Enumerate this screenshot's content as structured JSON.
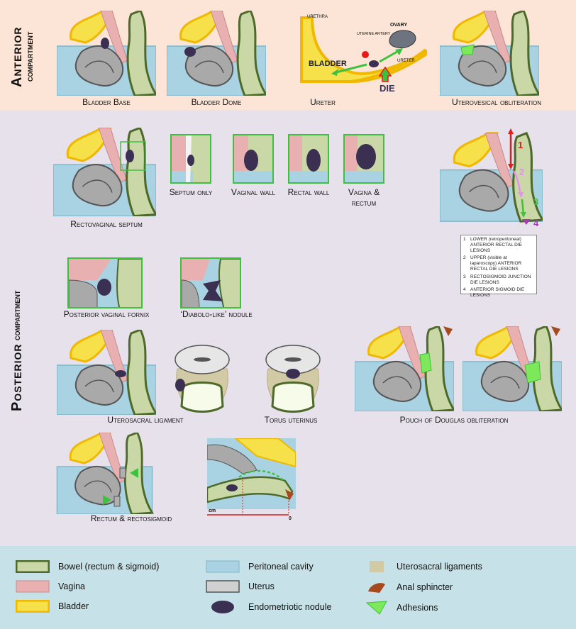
{
  "sections": {
    "anterior": {
      "title_big": "Anterior",
      "title_small": "compartment"
    },
    "posterior": {
      "title_big": "Posterior",
      "title_small": "compartment"
    }
  },
  "anterior_captions": {
    "bladder_base": "Bladder Base",
    "bladder_dome": "Bladder Dome",
    "ureter": "Ureter",
    "uterovesical": "Uterovesical obliteration"
  },
  "ureter_diagram": {
    "urethra": "URETHRA",
    "bladder": "BLADDER",
    "uterine_artery": "UTERINE ARTERY",
    "ovary": "OVARY",
    "ureter": "URETER",
    "die": "DIE"
  },
  "posterior_captions": {
    "rectovaginal_septum": "Rectovaginal septum",
    "septum_only": "Septum only",
    "vaginal_wall": "Vaginal wall",
    "rectal_wall": "Rectal wall",
    "vagina_rectum": "Vagina & rectum",
    "posterior_vaginal_fornix": "Posterior vaginal fornix",
    "diabolo_nodule": "‘Diabolo-like’ nodule",
    "uterosacral_ligament": "Uterosacral ligament",
    "torus_uterinus": "Torus uterinus",
    "pouch_of_douglas": "Pouch of Douglas obliteration",
    "rectum_rectosigmoid": "Rectum & rectosigmoid"
  },
  "level_markers": [
    "1",
    "2",
    "3",
    "4"
  ],
  "level_key": [
    {
      "num": "1",
      "text": "LOWER (retroperitoneal) ANTERIOR RECTAL DIE LESIONS"
    },
    {
      "num": "2",
      "text": "UPPER (visible at laparoscopy) ANTERIOR RECTAL DIE LESIONS"
    },
    {
      "num": "3",
      "text": "RECTOSIGMOID JUNCTION DIE LESIONS"
    },
    {
      "num": "4",
      "text": "ANTERIOR SIGMOID DIE LESIONS"
    }
  ],
  "ruler": {
    "unit": "cm",
    "zero": "0"
  },
  "legend": [
    {
      "key": "bowel",
      "label": "Bowel (rectum & sigmoid)"
    },
    {
      "key": "vagina",
      "label": "Vagina"
    },
    {
      "key": "bladder",
      "label": "Bladder"
    },
    {
      "key": "peritoneal",
      "label": "Peritoneal cavity"
    },
    {
      "key": "uterus",
      "label": "Uterus"
    },
    {
      "key": "nodule",
      "label": "Endometriotic nodule"
    },
    {
      "key": "uterosacral",
      "label": "Uterosacral ligaments"
    },
    {
      "key": "anal",
      "label": "Anal sphincter"
    },
    {
      "key": "adhesions",
      "label": "Adhesions"
    }
  ],
  "colors": {
    "bowel": "#c9d8a6",
    "bowel_edge": "#4e6a2a",
    "vagina": "#e8b0b0",
    "bladder": "#f7e14a",
    "bladder_edge": "#f0b800",
    "peritoneal": "#a9d3e3",
    "uterus": "#a9a9a9",
    "nodule": "#3b2f52",
    "uterosacral": "#d2caa4",
    "anal": "#a64a1e",
    "adhesion": "#7de85a",
    "green_box": "#3ec23e",
    "anterior_bg": "#fce5d6",
    "posterior_bg": "#e7e1ec",
    "legend_bg": "#c6e1e7"
  }
}
